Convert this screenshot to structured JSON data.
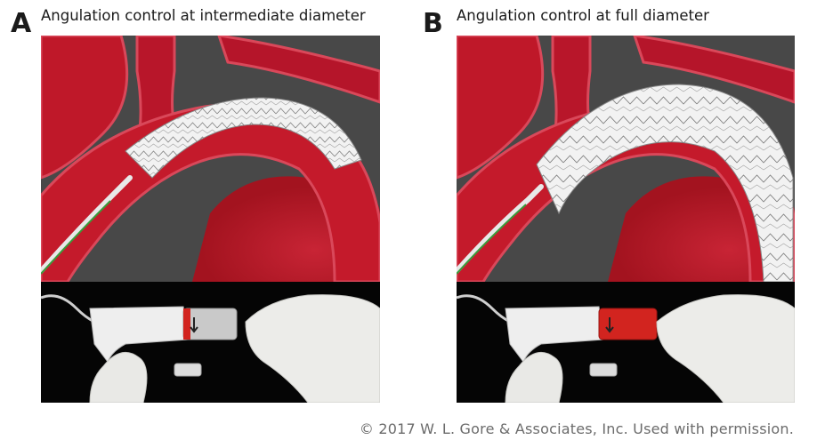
{
  "panels": [
    {
      "letter": "A",
      "title": "Angulation control at intermediate diameter"
    },
    {
      "letter": "B",
      "title": "Angulation control at full diameter"
    }
  ],
  "copyright": "© 2017 W. L. Gore & Associates, Inc. Used with permission.",
  "colors": {
    "vessel": "#c41a2b",
    "vessel_dark": "#8e0f1c",
    "vessel_edge": "#d9485a",
    "background_gray": "#4a4a4a",
    "device_photo_bg": "#050505",
    "stent": "#f2f2f2",
    "handle_red": "#d2241f",
    "guidewire": "#3a9a3a"
  }
}
